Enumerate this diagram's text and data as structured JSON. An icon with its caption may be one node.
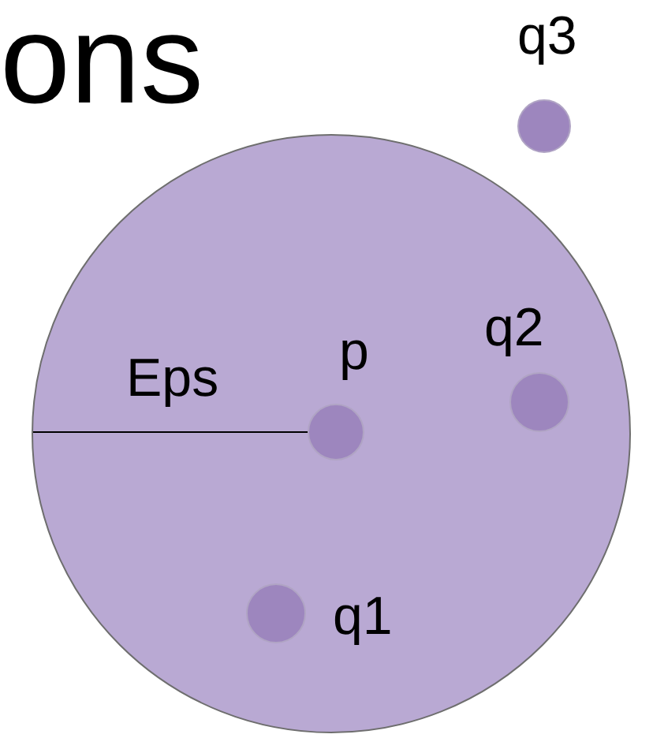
{
  "diagram": {
    "nodes": [
      {
        "text": [],
        "shape": "circle"
      },
      {
        "text": [
          "p"
        ],
        "in": 0
      },
      {
        "text": [
          "q2"
        ],
        "in": 0
      },
      {
        "text": [
          "q1"
        ],
        "in": 0
      },
      {
        "text": [
          "q3"
        ]
      }
    ],
    "labels": [
      "ons",
      "Eps"
    ]
  }
}
